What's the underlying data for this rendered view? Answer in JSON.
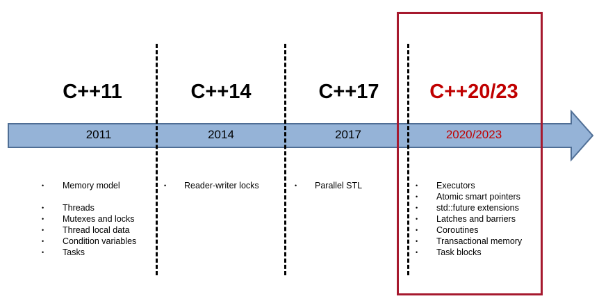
{
  "timeline": {
    "eras": [
      {
        "title": "C++11",
        "year": "2011",
        "highlight": false,
        "features": [
          "Memory model",
          "Threads",
          "Mutexes and locks",
          "Thread local data",
          "Condition variables",
          "Tasks"
        ]
      },
      {
        "title": "C++14",
        "year": "2014",
        "highlight": false,
        "features": [
          "Reader-writer  locks"
        ]
      },
      {
        "title": "C++17",
        "year": "2017",
        "highlight": false,
        "features": [
          "Parallel STL"
        ]
      },
      {
        "title": "C++20/23",
        "year": "2020/2023",
        "highlight": true,
        "features": [
          "Executors",
          "Atomic smart pointers",
          "std::future extensions",
          "Latches and barriers",
          "Coroutines",
          "Transactional memory",
          "Task blocks"
        ]
      }
    ],
    "bullet": "•"
  },
  "colors": {
    "arrow_fill": "#95b3d7",
    "arrow_stroke": "#4f6e95",
    "highlight": "#c00000",
    "box_border": "#a6192e",
    "divider": "#000000"
  }
}
